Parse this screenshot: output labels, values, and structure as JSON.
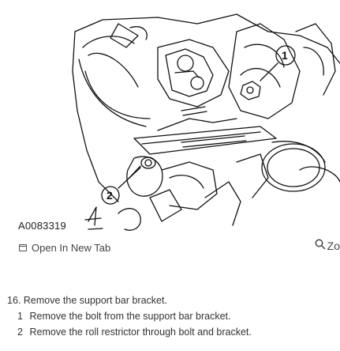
{
  "figure": {
    "code": "A0083319",
    "callouts": [
      "1",
      "2"
    ]
  },
  "toolbar": {
    "open_tab_label": "Open In New Tab",
    "zoom_label": "Zo",
    "open_icon": "external-tab-icon",
    "zoom_icon": "magnifier-icon"
  },
  "steps": {
    "main": {
      "number": "16.",
      "text": "Remove the support bar bracket."
    },
    "sub": [
      {
        "number": "1",
        "text": "Remove the bolt from the support bar bracket."
      },
      {
        "number": "2",
        "text": "Remove the roll restrictor through bolt and bracket."
      }
    ]
  }
}
